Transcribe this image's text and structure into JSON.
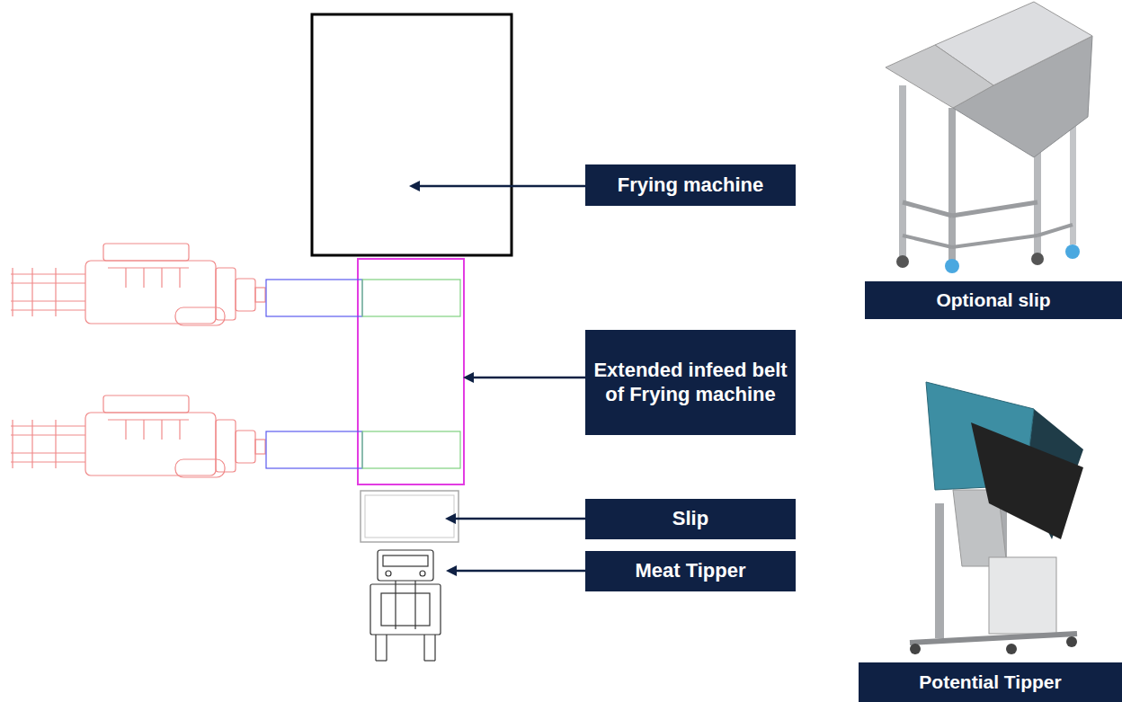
{
  "diagram": {
    "nodes": [
      {
        "text": [
          "Frying machine"
        ]
      },
      {
        "text": [
          "Optional slip"
        ]
      },
      {
        "text": [
          "Extended infeed belt of Frying machine"
        ]
      },
      {
        "text": [
          "Slip"
        ]
      },
      {
        "text": [
          "Meat Tipper"
        ]
      },
      {
        "text": [
          "Potential Tipper"
        ]
      }
    ]
  }
}
